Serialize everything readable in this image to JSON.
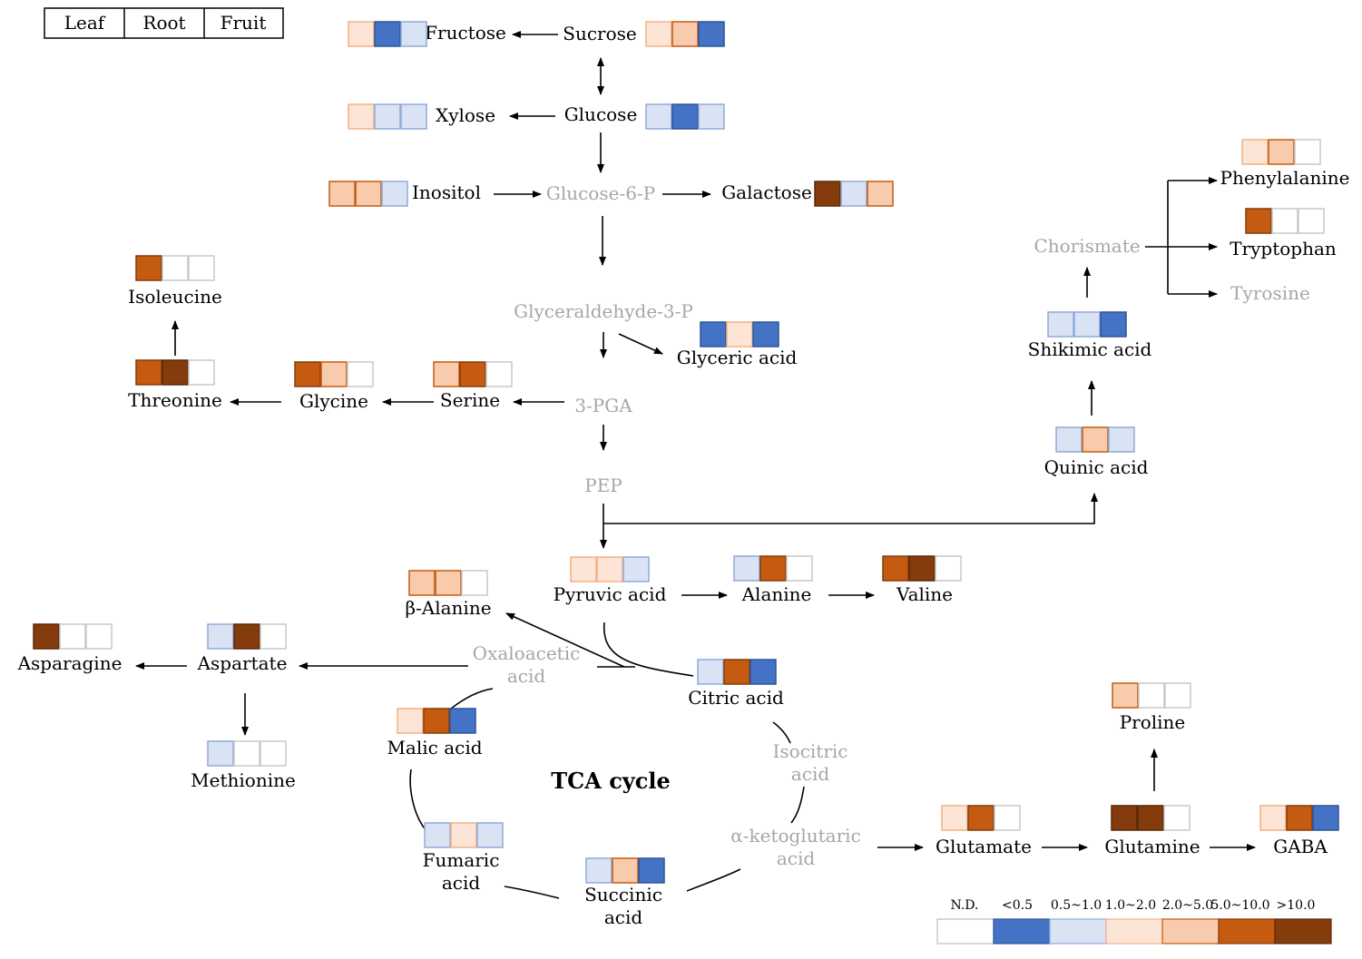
{
  "tissue_legend": [
    "Leaf",
    "Root",
    "Fruit"
  ],
  "title": "TCA cycle",
  "scale": {
    "labels": [
      "N.D.",
      "<0.5",
      "0.5~1.0",
      "1.0~2.0",
      "2.0~5.0",
      "5.0~10.0",
      ">10.0"
    ],
    "colors": {
      "nd": "#ffffff",
      "lt05": "#4472c4",
      "r05_10": "#dae3f3",
      "r10_20": "#fce4d6",
      "r20_50": "#f8cbad",
      "r50_100": "#c55a11",
      "gt100": "#843c0c"
    },
    "borders": {
      "nd": "#c8c8c8",
      "lt05": "#2f5597",
      "r05_10": "#8faadc",
      "r10_20": "#f4b183",
      "r20_50": "#c55a11",
      "r50_100": "#843c0c",
      "gt100": "#5a2806"
    }
  },
  "metabolites": [
    {
      "id": "fructose",
      "name": "Fructose",
      "measured": true,
      "levels": [
        "r10_20",
        "lt05",
        "r05_10"
      ]
    },
    {
      "id": "sucrose",
      "name": "Sucrose",
      "measured": true,
      "levels": [
        "r10_20",
        "r20_50",
        "lt05"
      ]
    },
    {
      "id": "xylose",
      "name": "Xylose",
      "measured": true,
      "levels": [
        "r10_20",
        "r05_10",
        "r05_10"
      ]
    },
    {
      "id": "glucose",
      "name": "Glucose",
      "measured": true,
      "levels": [
        "r05_10",
        "lt05",
        "r05_10"
      ]
    },
    {
      "id": "inositol",
      "name": "Inositol",
      "measured": true,
      "levels": [
        "r20_50",
        "r20_50",
        "r05_10"
      ]
    },
    {
      "id": "glucose6p",
      "name": "Glucose-6-P",
      "measured": false
    },
    {
      "id": "galactose",
      "name": "Galactose",
      "measured": true,
      "levels": [
        "gt100",
        "r05_10",
        "r20_50"
      ]
    },
    {
      "id": "isoleucine",
      "name": "Isoleucine",
      "measured": true,
      "levels": [
        "r50_100",
        "nd",
        "nd"
      ]
    },
    {
      "id": "threonine",
      "name": "Threonine",
      "measured": true,
      "levels": [
        "r50_100",
        "gt100",
        "nd"
      ]
    },
    {
      "id": "glycine",
      "name": "Glycine",
      "measured": true,
      "levels": [
        "r50_100",
        "r20_50",
        "nd"
      ]
    },
    {
      "id": "serine",
      "name": "Serine",
      "measured": true,
      "levels": [
        "r20_50",
        "r50_100",
        "nd"
      ]
    },
    {
      "id": "pga3",
      "name": "3-PGA",
      "measured": false
    },
    {
      "id": "g3p",
      "name": "Glyceraldehyde-3-P",
      "measured": false
    },
    {
      "id": "glyceric",
      "name": "Glyceric acid",
      "measured": true,
      "levels": [
        "lt05",
        "r10_20",
        "lt05"
      ]
    },
    {
      "id": "pep",
      "name": "PEP",
      "measured": false
    },
    {
      "id": "chorismate",
      "name": "Chorismate",
      "measured": false
    },
    {
      "id": "phenylalanine",
      "name": "Phenylalanine",
      "measured": true,
      "levels": [
        "r10_20",
        "r20_50",
        "nd"
      ]
    },
    {
      "id": "tryptophan",
      "name": "Tryptophan",
      "measured": true,
      "levels": [
        "r50_100",
        "nd",
        "nd"
      ]
    },
    {
      "id": "tyrosine",
      "name": "Tyrosine",
      "measured": false
    },
    {
      "id": "shikimic",
      "name": "Shikimic acid",
      "measured": true,
      "levels": [
        "r05_10",
        "r05_10",
        "lt05"
      ]
    },
    {
      "id": "quinic",
      "name": "Quinic acid",
      "measured": true,
      "levels": [
        "r05_10",
        "r20_50",
        "r05_10"
      ]
    },
    {
      "id": "balanine",
      "name": "β-Alanine",
      "measured": true,
      "levels": [
        "r20_50",
        "r20_50",
        "nd"
      ]
    },
    {
      "id": "pyruvic",
      "name": "Pyruvic acid",
      "measured": true,
      "levels": [
        "r10_20",
        "r10_20",
        "r05_10"
      ]
    },
    {
      "id": "alanine",
      "name": "Alanine",
      "measured": true,
      "levels": [
        "r05_10",
        "r50_100",
        "nd"
      ]
    },
    {
      "id": "valine",
      "name": "Valine",
      "measured": true,
      "levels": [
        "r50_100",
        "gt100",
        "nd"
      ]
    },
    {
      "id": "asparagine",
      "name": "Asparagine",
      "measured": true,
      "levels": [
        "gt100",
        "nd",
        "nd"
      ]
    },
    {
      "id": "aspartate",
      "name": "Aspartate",
      "measured": true,
      "levels": [
        "r05_10",
        "gt100",
        "nd"
      ]
    },
    {
      "id": "oxaloacetic",
      "name": [
        "Oxaloacetic",
        "acid"
      ],
      "measured": false
    },
    {
      "id": "citric",
      "name": "Citric acid",
      "measured": true,
      "levels": [
        "r05_10",
        "r50_100",
        "lt05"
      ]
    },
    {
      "id": "methionine",
      "name": "Methionine",
      "measured": true,
      "levels": [
        "r05_10",
        "nd",
        "nd"
      ]
    },
    {
      "id": "malic",
      "name": "Malic acid",
      "measured": true,
      "levels": [
        "r10_20",
        "r50_100",
        "lt05"
      ]
    },
    {
      "id": "isocitric",
      "name": [
        "Isocitric",
        "acid"
      ],
      "measured": false
    },
    {
      "id": "proline",
      "name": "Proline",
      "measured": true,
      "levels": [
        "r20_50",
        "nd",
        "nd"
      ]
    },
    {
      "id": "fumaric",
      "name": [
        "Fumaric",
        "acid"
      ],
      "measured": true,
      "levels": [
        "r05_10",
        "r10_20",
        "r05_10"
      ]
    },
    {
      "id": "akg",
      "name": [
        "α-ketoglutaric",
        "acid"
      ],
      "measured": false
    },
    {
      "id": "glutamate",
      "name": "Glutamate",
      "measured": true,
      "levels": [
        "r10_20",
        "r50_100",
        "nd"
      ]
    },
    {
      "id": "glutamine",
      "name": "Glutamine",
      "measured": true,
      "levels": [
        "gt100",
        "gt100",
        "nd"
      ]
    },
    {
      "id": "gaba",
      "name": "GABA",
      "measured": true,
      "levels": [
        "r10_20",
        "r50_100",
        "lt05"
      ]
    },
    {
      "id": "succinic",
      "name": [
        "Succinic",
        "acid"
      ],
      "measured": true,
      "levels": [
        "r05_10",
        "r20_50",
        "lt05"
      ]
    }
  ]
}
